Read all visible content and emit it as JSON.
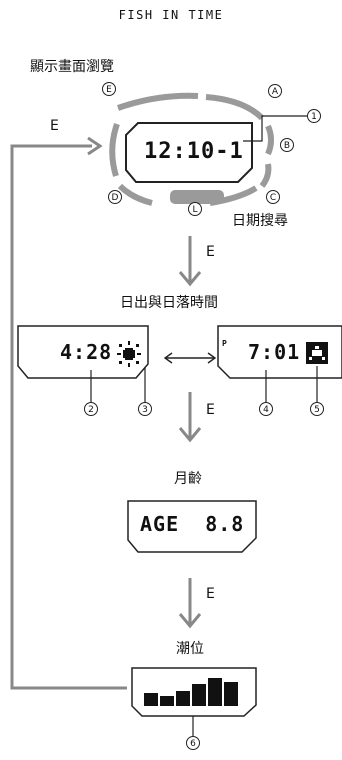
{
  "header": "FISH IN TIME",
  "labels": {
    "view_mode": "顯示畫面瀏覽",
    "date_search": "日期搜尋",
    "sunrise_sunset": "日出與日落時間",
    "moon_age": "月齡",
    "tide": "潮位"
  },
  "buttons": {
    "a": "A",
    "b": "B",
    "c": "C",
    "d": "D",
    "e": "E",
    "l": "L"
  },
  "callouts": [
    "1",
    "2",
    "3",
    "4",
    "5",
    "6"
  ],
  "press_label": "E",
  "displays": {
    "main": "12:10-1",
    "sunrise": "4:28",
    "sunset": "7:01",
    "sunset_prefix": "P",
    "moon": "AGE  8.8"
  },
  "tide_graph": {
    "levels": [
      0.45,
      0.35,
      0.55,
      0.8,
      1.0,
      0.85
    ]
  },
  "colors": {
    "line": "#222222",
    "case_gray": "#9a9a9a",
    "loop_line": "#888888"
  }
}
